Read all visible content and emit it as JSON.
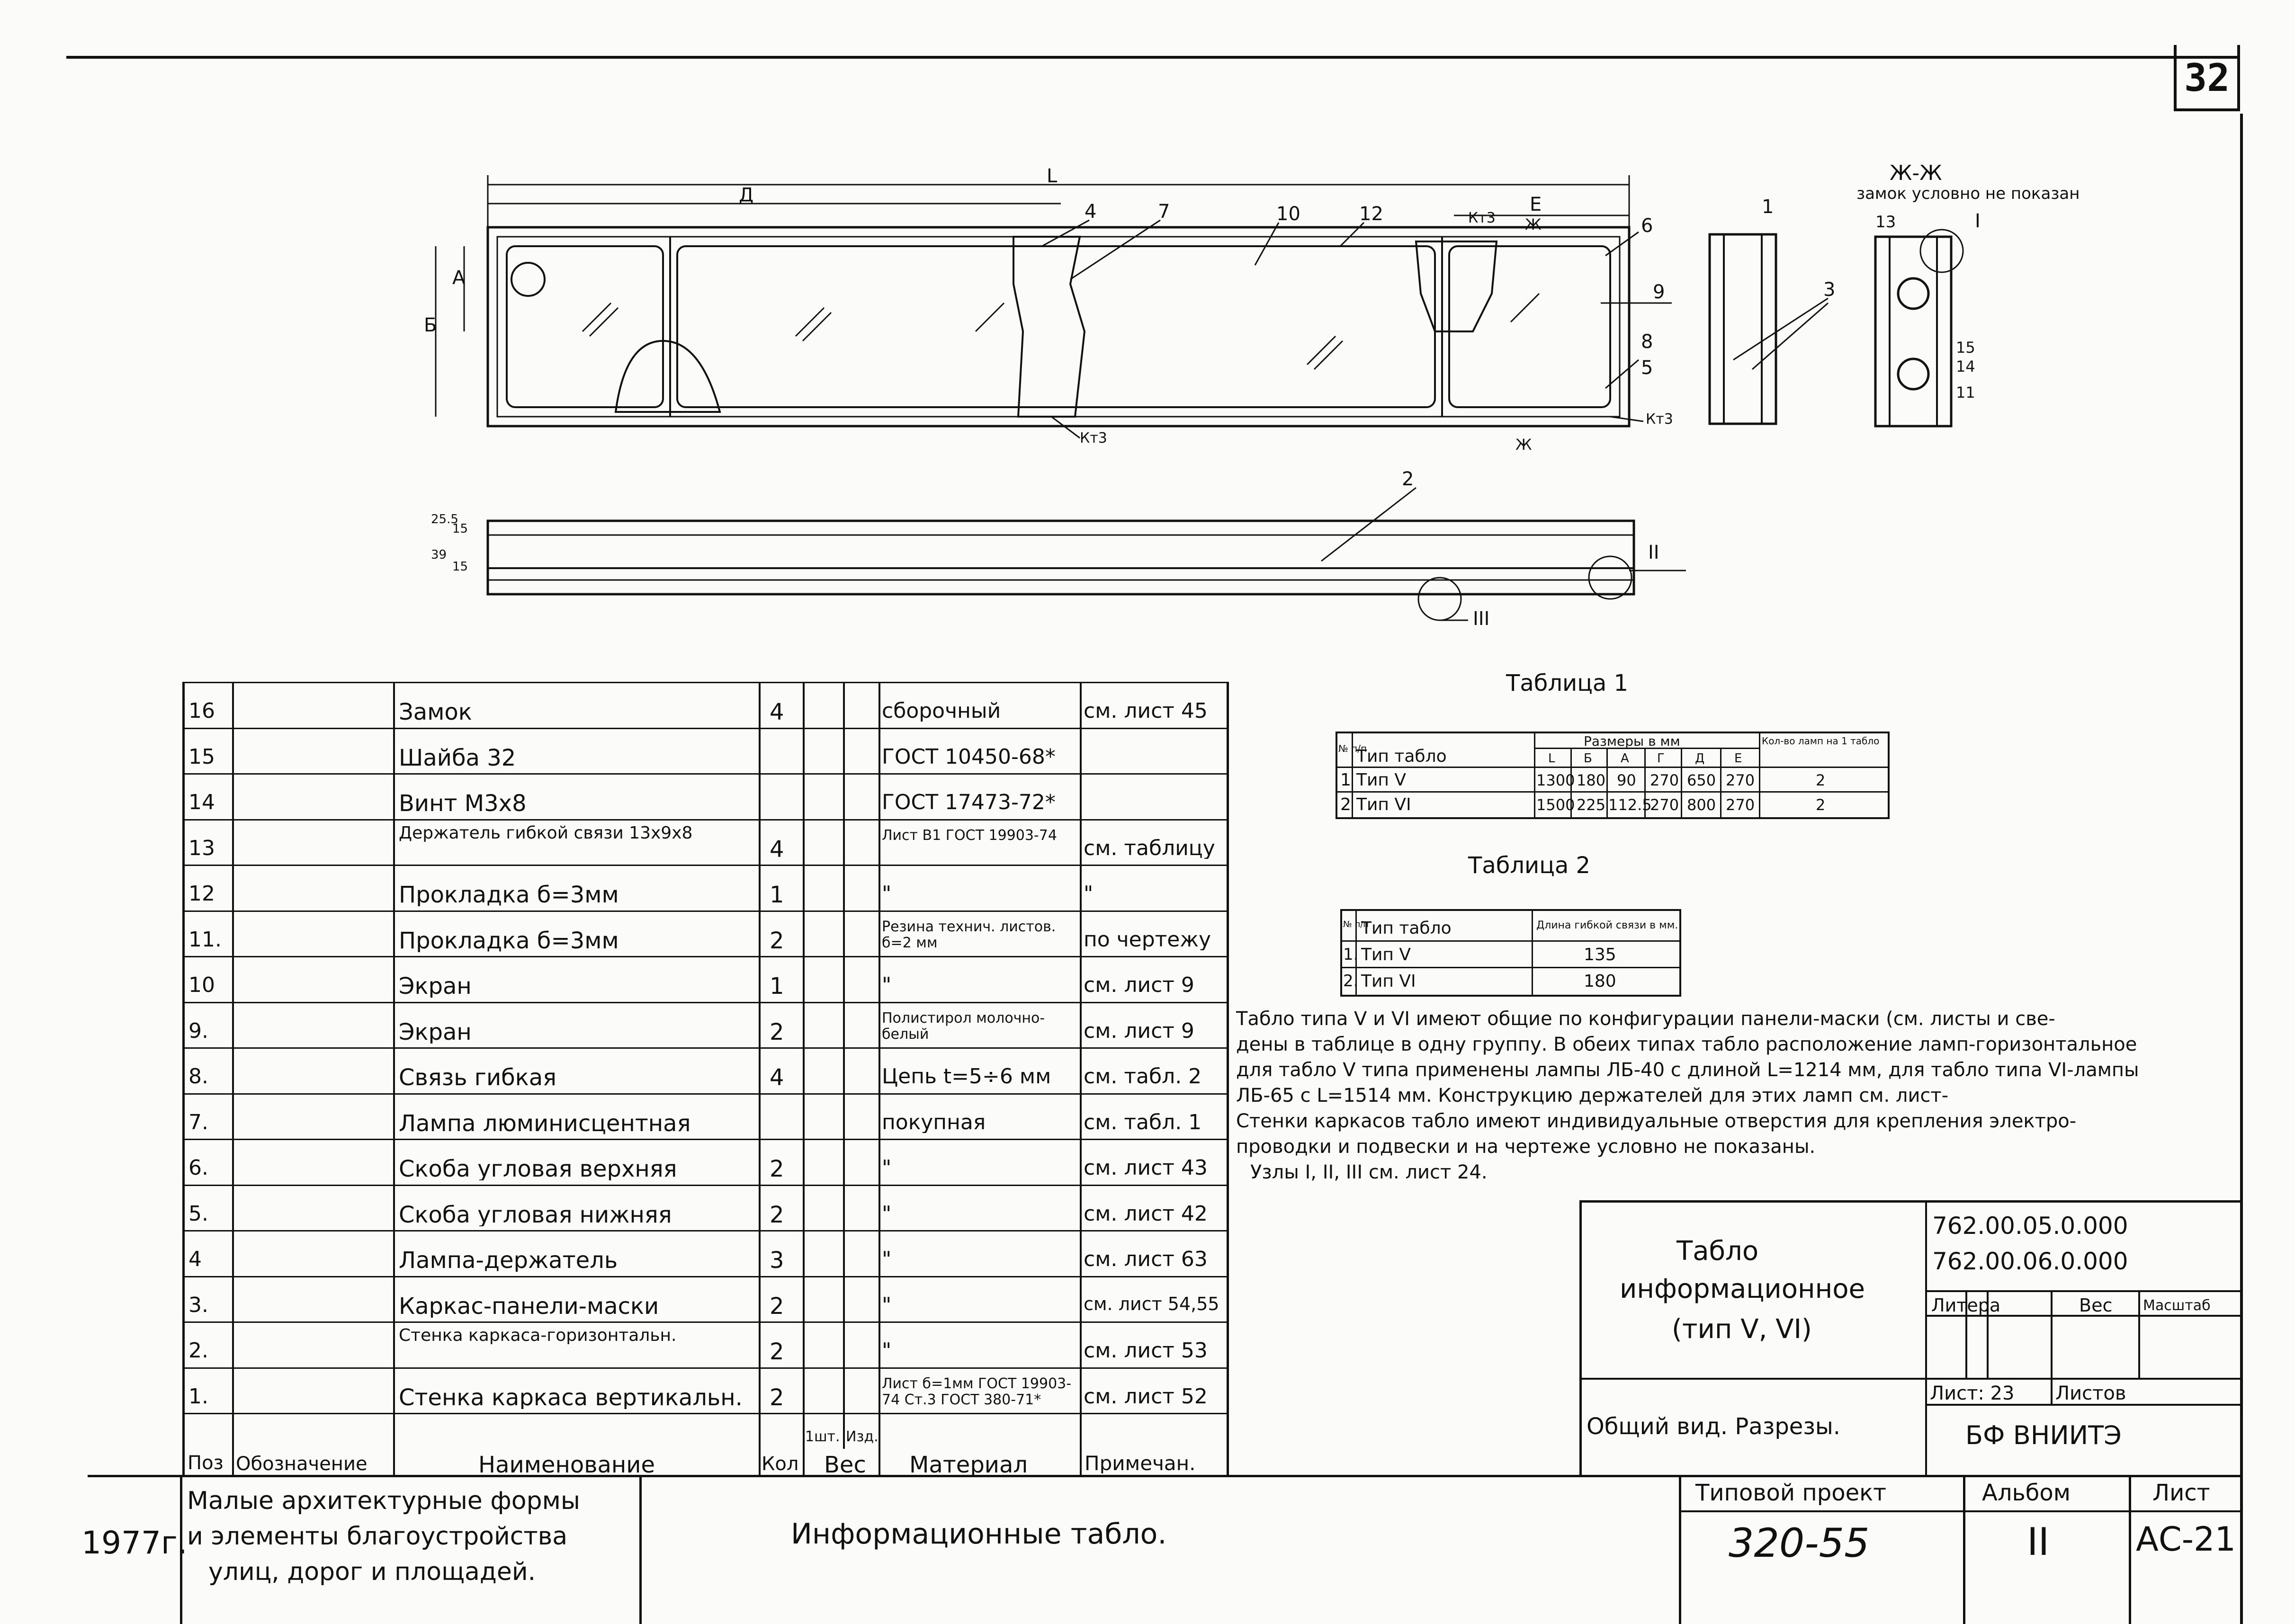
{
  "sheet": {
    "number": "32"
  },
  "drawing": {
    "callouts": [
      "L",
      "Д",
      "A",
      "Б",
      "E",
      "4",
      "7",
      "10",
      "12",
      "Кт3",
      "Ж",
      "6",
      "9",
      "8",
      "5",
      "Кт3",
      "Ж",
      "Кт3",
      "1",
      "3",
      "2",
      "II",
      "III",
      "13",
      "I",
      "15",
      "14",
      "11"
    ],
    "dims_side": [
      "25.5",
      "15",
      "39",
      "15"
    ],
    "section": {
      "title": "Ж-Ж",
      "note": "замок условно не показан"
    }
  },
  "table1": {
    "title": "Таблица 1",
    "headers": [
      "№ п/п",
      "Тип табло",
      "Размеры в мм",
      "Кол-во ламп на 1 табло"
    ],
    "sub_headers": [
      "L",
      "Б",
      "А",
      "Г",
      "Д",
      "Е"
    ],
    "rows": [
      [
        "1",
        "Тип V",
        "1300",
        "180",
        "90",
        "270",
        "650",
        "270",
        "2"
      ],
      [
        "2",
        "Тип VI",
        "1500",
        "225",
        "112.5",
        "270",
        "800",
        "270",
        "2"
      ]
    ]
  },
  "table2": {
    "title": "Таблица 2",
    "headers": [
      "№ п/п",
      "Тип табло",
      "Длина гибкой связи в мм."
    ],
    "rows": [
      [
        "1.",
        "Тип V",
        "135"
      ],
      [
        "2.",
        "Тип VI",
        "180"
      ]
    ]
  },
  "notes": [
    "Табло типа V и VI имеют общие по конфигурации панели-маски (см. листы и све-",
    "дены в таблице в одну группу. В обеих типах табло расположение ламп-горизонтальное",
    "для табло V типа применены лампы ЛБ-40 с длиной L=1214 мм, для табло типа VI-лампы",
    "ЛБ-65 с L=1514 мм. Конструкцию держателей для этих ламп см. лист-",
    "Стенки каркасов табло имеют индивидуальные отверстия для крепления электро-",
    "проводки и подвески и на чертеже условно не показаны.",
    "Узлы I, II, III см. лист 24."
  ],
  "spec": {
    "headers": {
      "pos": "Поз",
      "designation": "Обозначение",
      "name": "Наименование",
      "qty": "Кол",
      "weight": "Вес",
      "weight_unit": "1шт.",
      "weight_item": "Изд.",
      "material": "Материал",
      "note": "Примечан."
    },
    "rows": [
      {
        "pos": "16",
        "name": "Замок",
        "qty": "4",
        "material": "сборочный",
        "note": "см. лист 45"
      },
      {
        "pos": "15",
        "name": "Шайба 32",
        "qty": "",
        "material": "ГОСТ 10450-68*",
        "note": ""
      },
      {
        "pos": "14",
        "name": "Винт М3х8",
        "qty": "",
        "material": "ГОСТ 17473-72*",
        "note": ""
      },
      {
        "pos": "13",
        "name": "Держатель гибкой связи 13х9х8",
        "qty": "4",
        "material": "Лист В1 ГОСТ 19903-74",
        "note": "см. таблицу"
      },
      {
        "pos": "12",
        "name": "Прокладка б=3мм",
        "qty": "1",
        "material": "\"",
        "note": "\""
      },
      {
        "pos": "11.",
        "name": "Прокладка б=3мм",
        "qty": "2",
        "material": "Резина технич. листов. б=2 мм",
        "note": "по чертежу"
      },
      {
        "pos": "10",
        "name": "Экран",
        "qty": "1",
        "material": "\"",
        "note": "см. лист 9"
      },
      {
        "pos": "9.",
        "name": "Экран",
        "qty": "2",
        "material": "Полистирол молочно-белый",
        "note": "см. лист 9"
      },
      {
        "pos": "8.",
        "name": "Связь гибкая",
        "qty": "4",
        "material": "Цепь t=5÷6 мм",
        "note": "см. табл. 2"
      },
      {
        "pos": "7.",
        "name": "Лампа люминисцентная",
        "qty": "",
        "material": "покупная",
        "note": "см. табл. 1"
      },
      {
        "pos": "6.",
        "name": "Скоба угловая верхняя",
        "qty": "2",
        "material": "\"",
        "note": "см. лист 43"
      },
      {
        "pos": "5.",
        "name": "Скоба угловая нижняя",
        "qty": "2",
        "material": "\"",
        "note": "см. лист 42"
      },
      {
        "pos": "4",
        "name": "Лампа-держатель",
        "qty": "3",
        "material": "\"",
        "note": "см. лист 63"
      },
      {
        "pos": "3.",
        "name": "Каркас-панели-маски",
        "qty": "2",
        "material": "\"",
        "note": "см. лист 54,55"
      },
      {
        "pos": "2.",
        "name": "Стенка каркаса-горизонтальн.",
        "qty": "2",
        "material": "\"",
        "note": "см. лист 53"
      },
      {
        "pos": "1.",
        "name": "Стенка каркаса вертикальн.",
        "qty": "2",
        "material": "Лист б=1мм ГОСТ 19903-74 Ст.3 ГОСТ 380-71*",
        "note": "см. лист 52"
      }
    ]
  },
  "title_block": {
    "name_line1": "Табло",
    "name_line2": "информационное",
    "name_line3": "(тип V, VI)",
    "codes": [
      "762.00.05.0.000",
      "762.00.06.0.000"
    ],
    "litera": "Литера",
    "ves": "Вес",
    "masshtab": "Масштаб",
    "sheet": "Лист: 23",
    "sheets": "Листов",
    "view": "Общий вид. Разрезы.",
    "org": "БФ ВНИИТЭ",
    "project_label": "Типовой проект",
    "project_value": "320-55",
    "album_label": "Альбом",
    "album_value": "II",
    "list_label": "Лист",
    "list_value": "АС-21",
    "year": "1977г.",
    "series_l1": "Малые архитектурные формы",
    "series_l2": "и элементы благоустройства",
    "series_l3": "улиц, дорог и площадей.",
    "subject": "Информационные табло."
  }
}
